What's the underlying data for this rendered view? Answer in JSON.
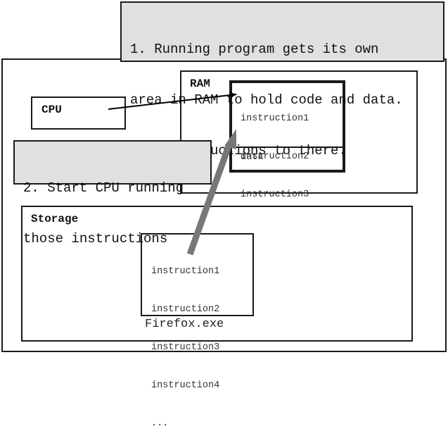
{
  "diagram": {
    "callout_1": {
      "lines": [
        "1. Running program gets its own",
        "area in RAM to hold code and data.",
        "Copy instructions to there."
      ]
    },
    "callout_2": {
      "lines": [
        "2. Start CPU running",
        "those instructions"
      ]
    },
    "cpu": {
      "label": "CPU"
    },
    "ram": {
      "label": "RAM",
      "program_area": {
        "code_lines": [
          "instruction1",
          "instruction2",
          "instruction3",
          "..."
        ],
        "data_label": "data"
      }
    },
    "storage": {
      "label": "Storage",
      "file": {
        "lines": [
          "instruction1",
          "instruction2",
          "instruction3",
          "instruction4",
          "..."
        ],
        "filename": "Firefox.exe"
      }
    },
    "arrows": [
      {
        "name": "cpu-to-ram-arrow",
        "from": "CPU",
        "to": "instruction1",
        "color": "#000000"
      },
      {
        "name": "storage-to-ram-copy-arrow",
        "from": "Firefox.exe",
        "to": "RAM program area",
        "color": "#777777"
      }
    ],
    "colors": {
      "callout_bg": "#e0e0e0",
      "border": "#1a1a1a",
      "copy_arrow": "#777777"
    }
  }
}
